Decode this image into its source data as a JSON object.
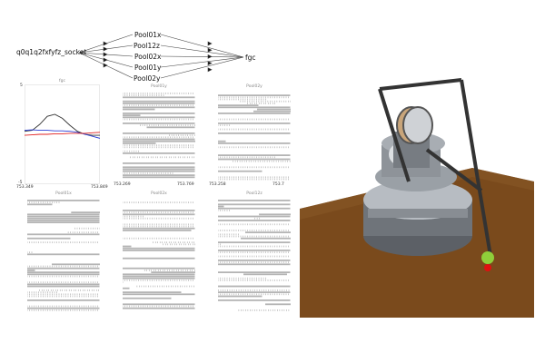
{
  "graph": {
    "source": "q0q1q2fxfyfz_socket",
    "pools": [
      "Pool01x",
      "Pool12z",
      "Pool02x",
      "Pool01y",
      "Pool02y"
    ],
    "target": "fgc"
  },
  "chart_data": [
    {
      "type": "line",
      "title": "fgc",
      "xlim": [
        753.349,
        753.849
      ],
      "ylim": [
        -5,
        5
      ],
      "xticks": [
        "753.349",
        "753.849"
      ],
      "yticks": [
        "5",
        "-5"
      ],
      "x": [
        753.349,
        753.4,
        753.45,
        753.5,
        753.55,
        753.6,
        753.65,
        753.7,
        753.75,
        753.8,
        753.849
      ],
      "series": [
        {
          "name": "black",
          "color": "#333333",
          "values": [
            0.3,
            0.4,
            1.0,
            1.8,
            2.0,
            1.6,
            0.9,
            0.3,
            0.0,
            -0.1,
            -0.1
          ]
        },
        {
          "name": "blue",
          "color": "#2a3cd6",
          "values": [
            0.4,
            0.45,
            0.4,
            0.4,
            0.35,
            0.35,
            0.3,
            0.2,
            0.0,
            -0.2,
            -0.4
          ]
        },
        {
          "name": "red",
          "color": "#e02020",
          "values": [
            -0.1,
            -0.05,
            0.0,
            0.0,
            0.05,
            0.05,
            0.1,
            0.1,
            0.1,
            0.15,
            0.2
          ]
        }
      ]
    }
  ],
  "rasters": [
    {
      "title": "Pool01y",
      "xticks": [
        "753.269",
        "753.769"
      ]
    },
    {
      "title": "Pool02y",
      "xticks": [
        "753.258",
        "753.7"
      ]
    },
    {
      "title": "Pool01x",
      "xticks": []
    },
    {
      "title": "Pool02x",
      "xticks": []
    },
    {
      "title": "Pool12z",
      "xticks": []
    }
  ],
  "colors": {
    "floor": "#7a4a1c",
    "robot": "#8a8f95",
    "ball_green": "#8fce3a",
    "ball_red": "#e01010"
  }
}
